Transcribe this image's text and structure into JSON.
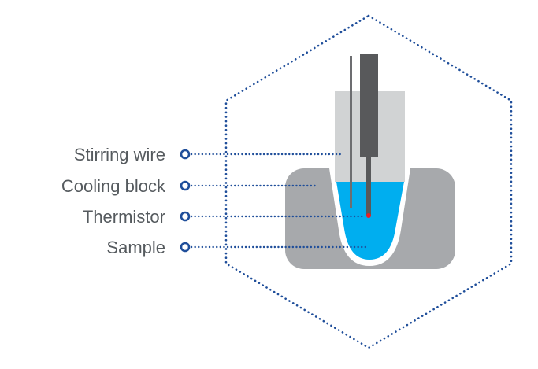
{
  "labels": {
    "stirring_wire": "Stirring wire",
    "cooling_block": "Cooling block",
    "thermistor": "Thermistor",
    "sample": "Sample"
  },
  "colors": {
    "dotted_line": "#1f4e9a",
    "marker_ring": "#1f4e9a",
    "label_text": "#555a5e",
    "cooling_block": "#a7a9ac",
    "tube_outer": "#d1d3d4",
    "tube_wall": "#ffffff",
    "sample_liquid": "#00aeef",
    "probe": "#58595b",
    "stirring_wire": "#6d6e71",
    "thermistor_tip": "#ed1c24"
  }
}
